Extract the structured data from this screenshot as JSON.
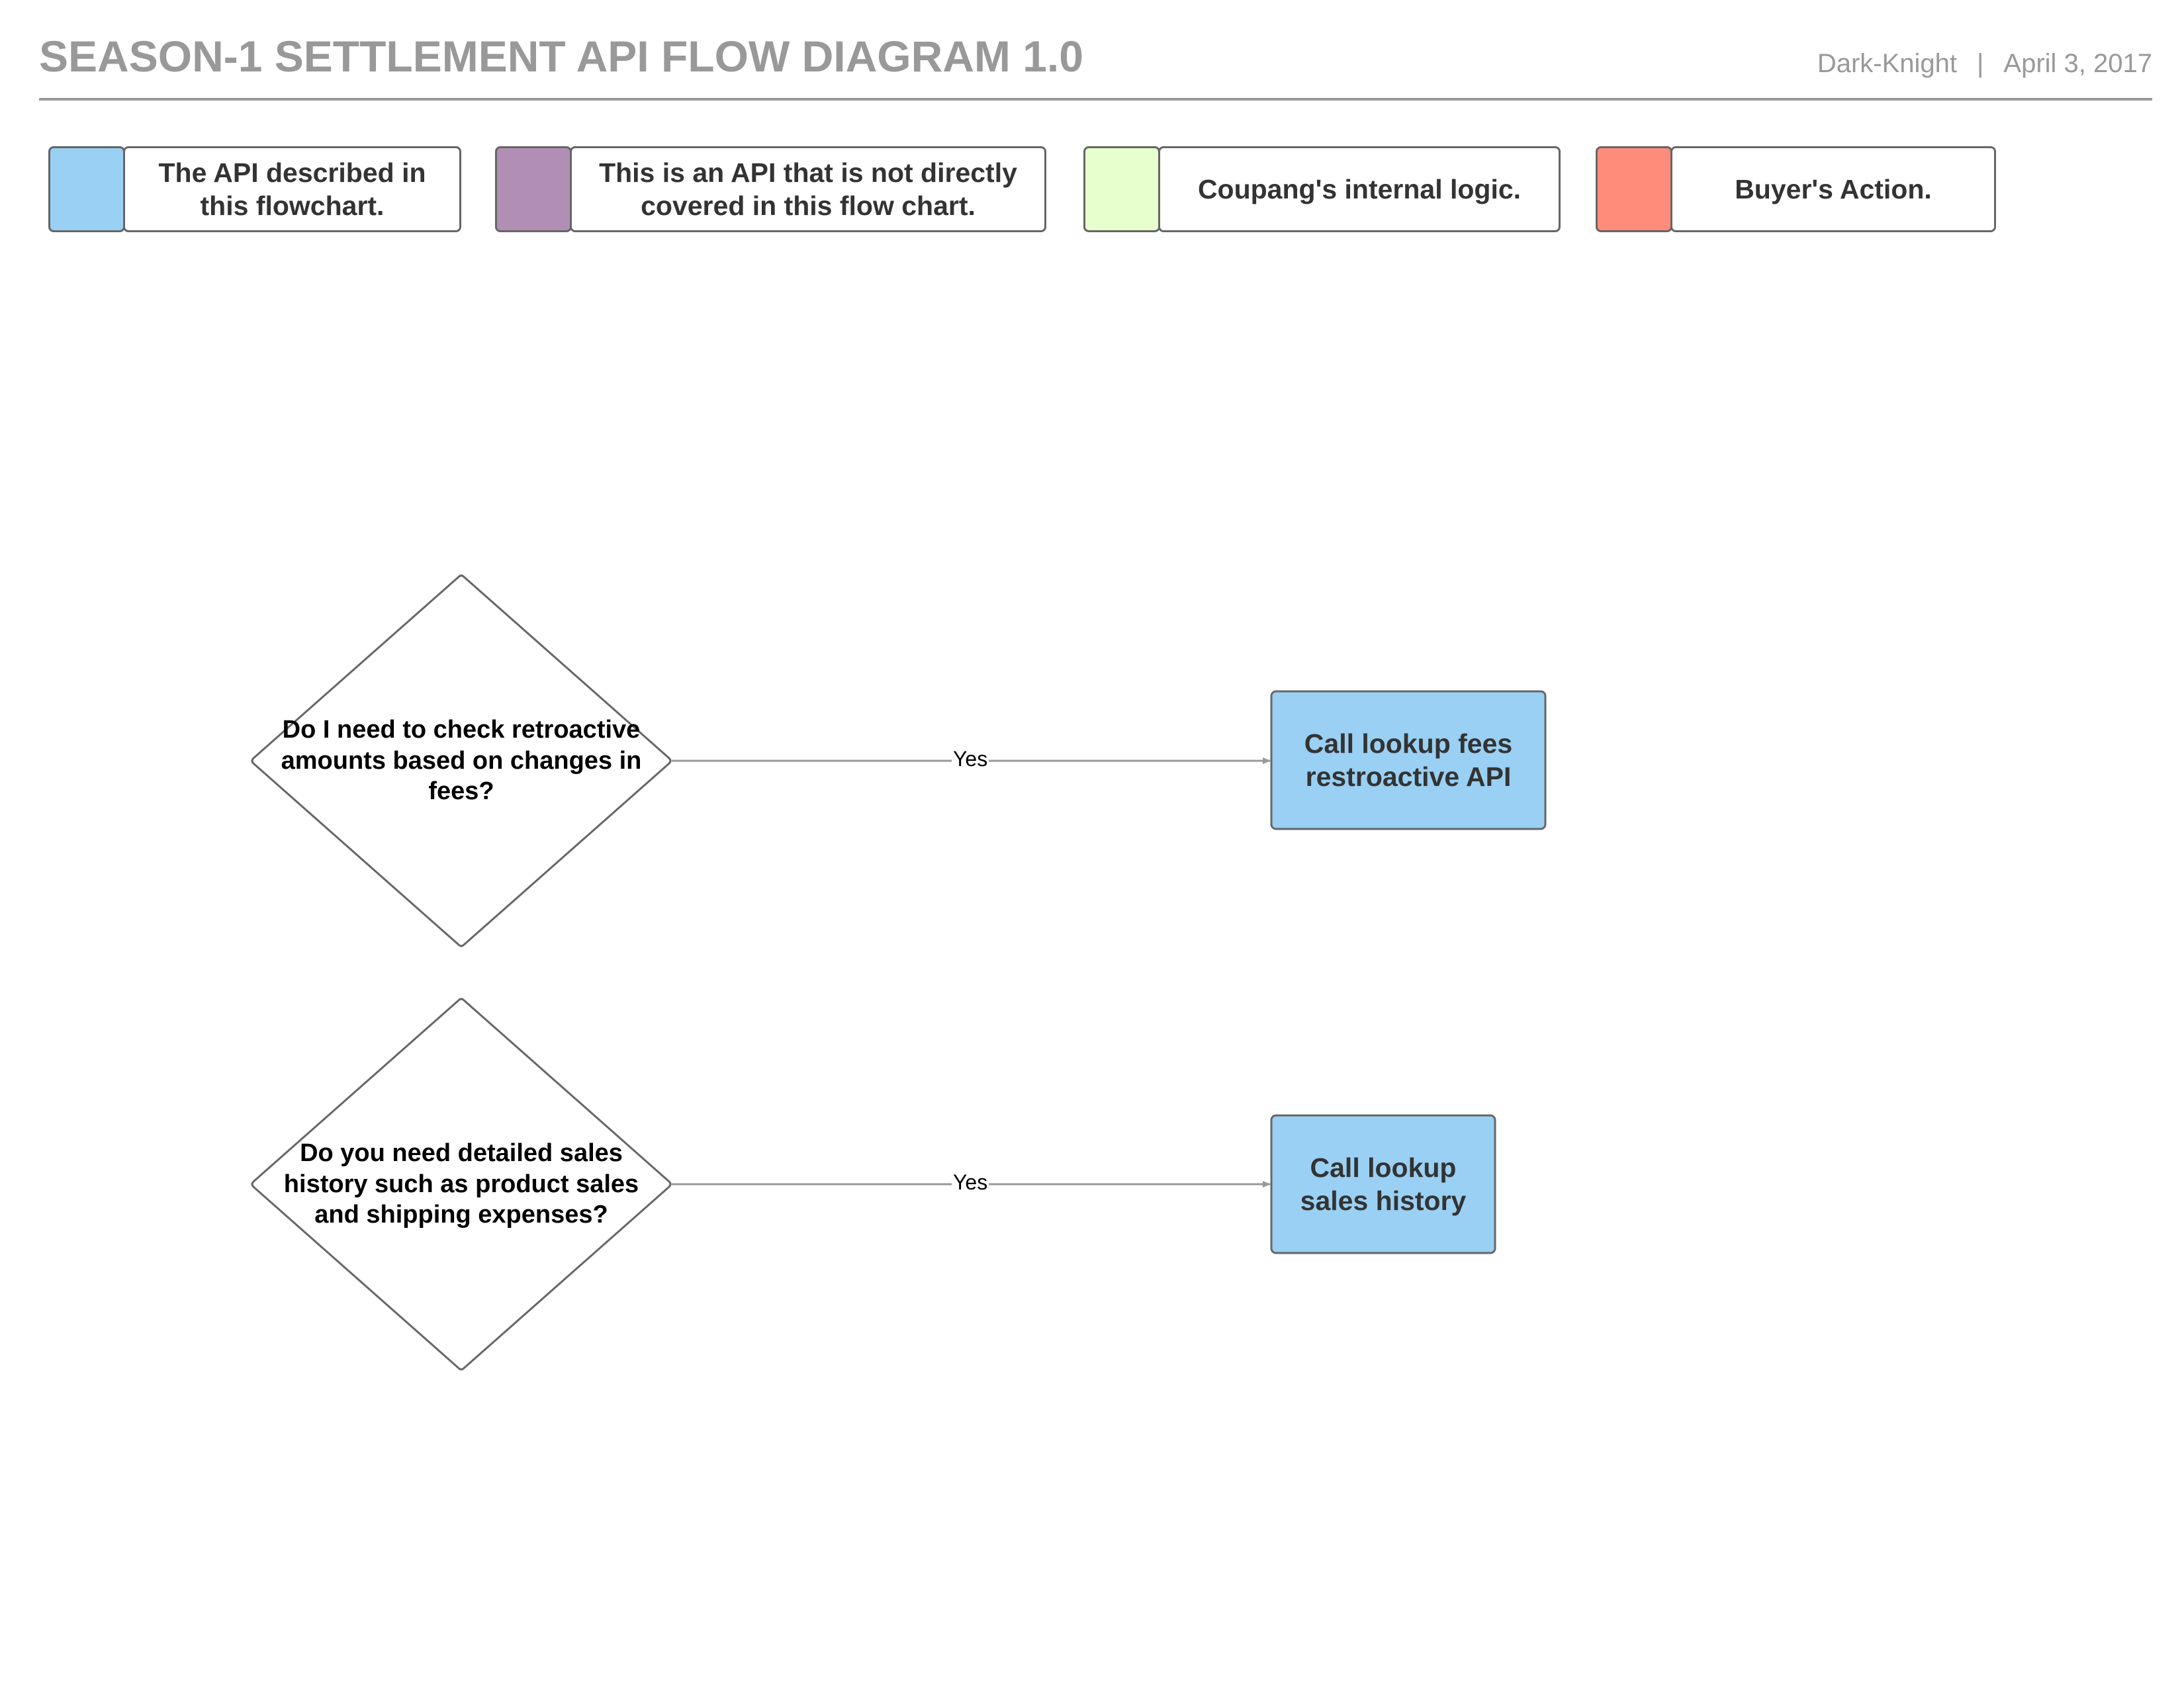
{
  "header": {
    "title": "SEASON-1 SETTLEMENT API FLOW DIAGRAM 1.0",
    "author": "Dark-Knight",
    "separator": "|",
    "date": "April 3, 2017"
  },
  "legend": [
    {
      "color": "#99d0f3",
      "label": "The API described in this flowchart."
    },
    {
      "color": "#b18fb5",
      "label": "This is an API that is not directly covered in this flow chart."
    },
    {
      "color": "#e6ffcc",
      "label": "Coupang's internal logic."
    },
    {
      "color": "#ff8b7b",
      "label": "Buyer's Action."
    }
  ],
  "nodes": {
    "decision_1": {
      "text": "Do I need to check retroactive amounts based on changes in fees?"
    },
    "process_1": {
      "text": "Call lookup fees restroactive API",
      "color": "#99d0f3"
    },
    "decision_2": {
      "text": "Do you need detailed sales history such as product sales and shipping expenses?"
    },
    "process_2": {
      "text": "Call lookup sales history",
      "color": "#99d0f3"
    }
  },
  "edges": [
    {
      "from": "decision_1",
      "to": "process_1",
      "label": "Yes"
    },
    {
      "from": "decision_2",
      "to": "process_2",
      "label": "Yes"
    }
  ],
  "colors": {
    "stroke": "#666666",
    "connector": "#999999",
    "header_text": "#999999"
  }
}
